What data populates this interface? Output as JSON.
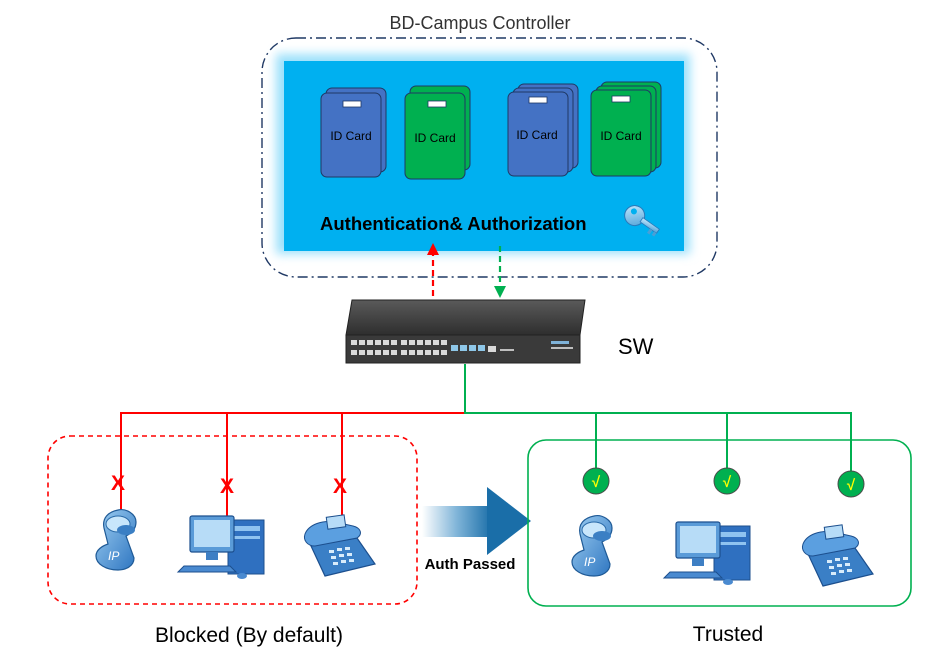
{
  "controller": {
    "title": "BD-Campus Controller",
    "cards": [
      {
        "label": "ID Card",
        "color": "#4472c4"
      },
      {
        "label": "ID Card",
        "color": "#00b050"
      },
      {
        "label": "ID Card",
        "color": "#4472c4"
      },
      {
        "label": "ID Card",
        "color": "#00b050"
      }
    ],
    "panel_text": "Authentication& Authorization",
    "panel_color": "#00b0f0"
  },
  "switch": {
    "label": "SW"
  },
  "blocked": {
    "label": "Blocked (By default)",
    "mark": "X",
    "color": "#ff0000"
  },
  "trusted": {
    "label": "Trusted",
    "mark": "√",
    "color": "#00b050"
  },
  "arrow": {
    "label": "Auth Passed",
    "color": "#1f6fa8"
  },
  "devices": [
    "ip-phone-icon",
    "desktop-computer-icon",
    "desk-phone-icon"
  ]
}
